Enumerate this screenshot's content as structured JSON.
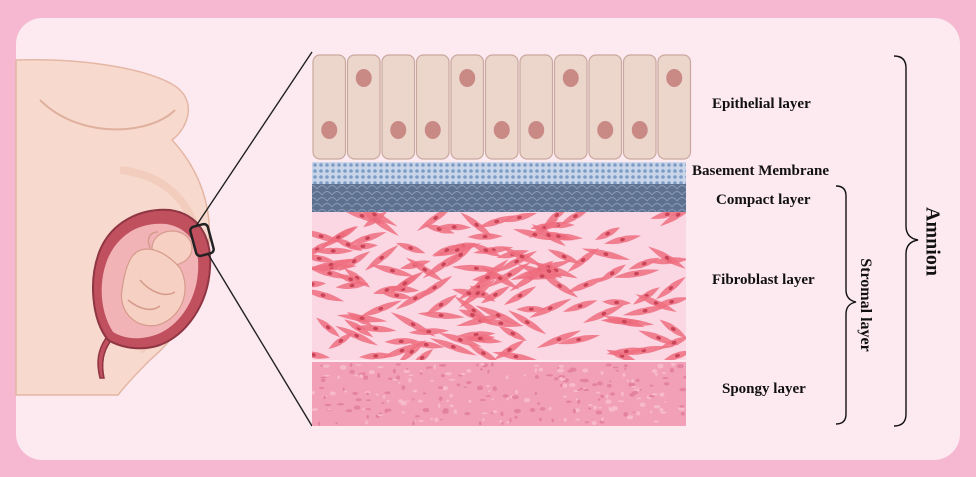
{
  "diagram": {
    "layers": [
      {
        "id": "epithelial",
        "label": "Epithelial layer"
      },
      {
        "id": "basement",
        "label": "Basement Membrane"
      },
      {
        "id": "compact",
        "label": "Compact layer"
      },
      {
        "id": "fibroblast",
        "label": "Fibroblast layer"
      },
      {
        "id": "spongy",
        "label": "Spongy layer"
      }
    ],
    "stromal_label": "Stromal layer",
    "amnion_label": "Amnion"
  },
  "colors": {
    "outer_border": "#f6b8d0",
    "panel": "#fde9f0",
    "epithelial_cell": "#ecd6cc",
    "nucleus": "#c98a86",
    "basement": "#9ab4d6",
    "compact": "#5e7190",
    "fibroblast_bg": "#fbd7e4",
    "fibroblast_cell": "#ee6f80",
    "spongy": "#f2a0b8",
    "skin": "#f7dacd",
    "uterus": "#c0505d"
  }
}
